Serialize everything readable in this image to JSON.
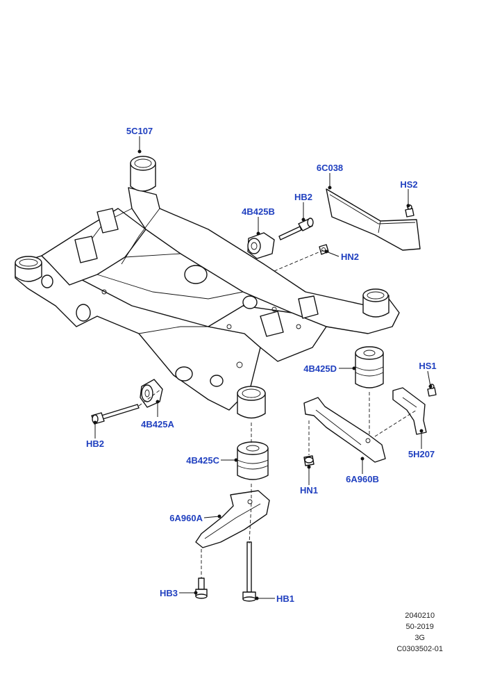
{
  "labels": {
    "subframe": "5C107",
    "shield": "6C038",
    "screw_shield": "HS2",
    "bolt_upper": "HB2",
    "bush_front_left": "4B425B",
    "nut_upper": "HN2",
    "bush_rear_right": "4B425D",
    "screw_bracket": "HS1",
    "bush_front_right": "4B425A",
    "bolt_lower_left": "HB2",
    "bracket_right": "5H207",
    "bush_rear_left": "4B425C",
    "nut_lower": "HN1",
    "plate_right": "6A960B",
    "plate_left": "6A960A",
    "bolt_plate_small": "HB3",
    "bolt_long": "HB1"
  },
  "reference": {
    "line1": "2040210",
    "line2": "50-2019",
    "line3": "3G",
    "line4": "C0303502-01"
  }
}
